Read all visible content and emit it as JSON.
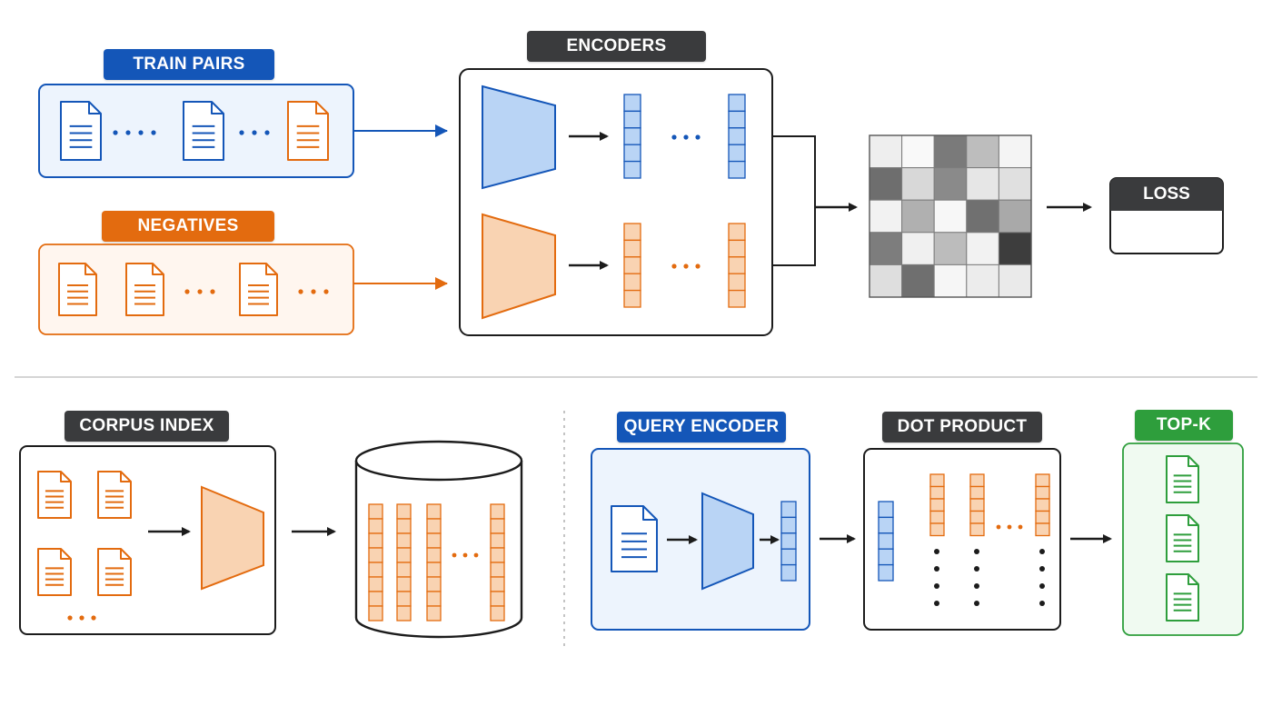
{
  "badges": {
    "train_pairs": "TRAIN PAIRS",
    "negatives": "NEGATIVES",
    "encoders": "ENCODERS",
    "loss": "LOSS",
    "corpus_index": "CORPUS INDEX",
    "query_encoder": "QUERY ENCODER",
    "dot_product": "DOT PRODUCT",
    "top_k": "TOP-K"
  },
  "colors": {
    "blue": "#1456b8",
    "blue_fill": "#b9d4f5",
    "blue_panel": "#edf4fd",
    "orange": "#e36b0f",
    "orange_fill": "#f9d3b2",
    "orange_panel": "#fff6ef",
    "dark": "#3a3b3d",
    "green": "#2e9e3c",
    "green_panel": "#f0faf1"
  },
  "similarity_matrix": [
    [
      "#eeeeee",
      "#f9f9f9",
      "#7a7a7a",
      "#bdbdbd",
      "#f4f4f4"
    ],
    [
      "#6e6e6e",
      "#d8d8d8",
      "#8a8a8a",
      "#e6e6e6",
      "#e0e0e0"
    ],
    [
      "#f2f2f2",
      "#b0b0b0",
      "#f7f7f7",
      "#707070",
      "#a9a9a9"
    ],
    [
      "#7d7d7d",
      "#f0f0f0",
      "#bcbcbc",
      "#f2f2f2",
      "#3d3d3d"
    ],
    [
      "#dedede",
      "#6f6f6f",
      "#f6f6f6",
      "#ececec",
      "#eaeaea"
    ]
  ]
}
